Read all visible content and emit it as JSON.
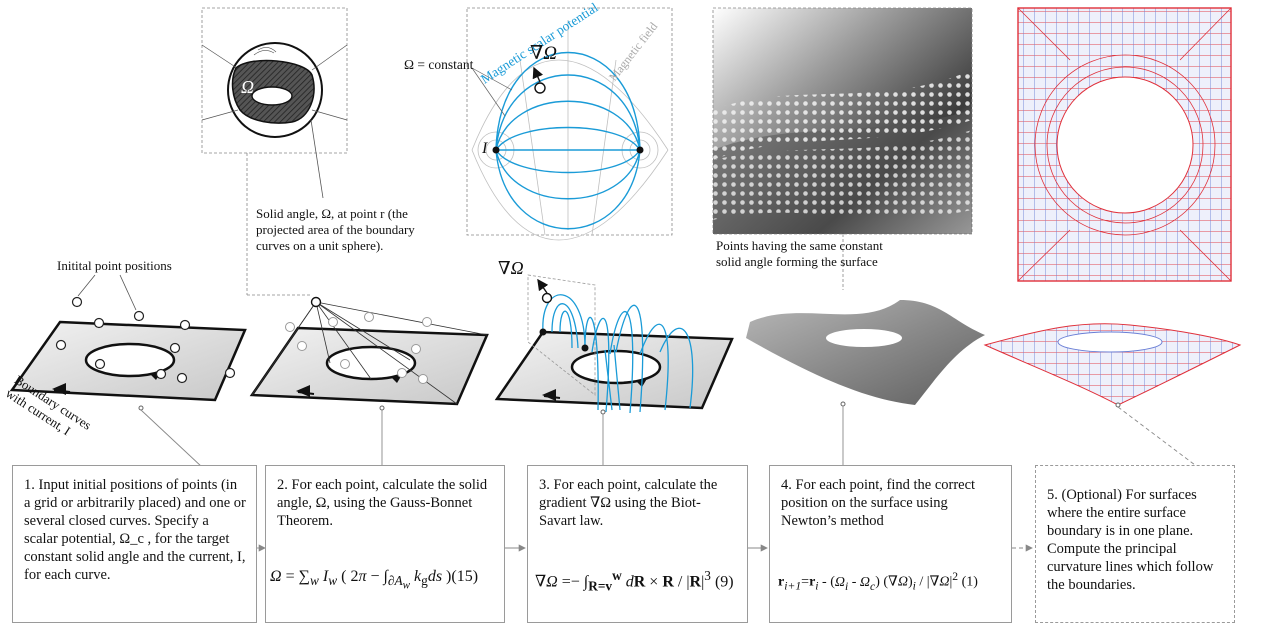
{
  "annotations": {
    "initial_positions": "Initital point positions",
    "boundary_curves_line1": "Boundary curves",
    "boundary_curves_line2": "with current, I",
    "solid_angle_note": "Solid angle, Ω, at point r (the projected area of the boundary curves on a unit sphere).",
    "omega_symbol": "Ω",
    "omega_constant": "Ω = constant",
    "magnetic_scalar_potential": "Magnetic scalar potential",
    "magnetic_field": "Magnetic field",
    "grad_omega": "∇Ω",
    "current_I": "I",
    "same_solid_angle_note": "Points having the same constant solid angle forming the surface"
  },
  "steps": [
    {
      "text": "1. Input initial positions of points (in a grid or arbitrarily placed) and one or several closed curves. Specify a scalar potential, Ω_c , for the target constant solid angle and the current, I, for each curve."
    },
    {
      "text": "2. For each point, calculate the solid angle, Ω, using the Gauss-Bonnet Theorem.",
      "equation_ref": "(15)"
    },
    {
      "text": "3. For each point, calculate the gradient ∇Ω using the Biot-Savart law.",
      "equation_ref": "(9)"
    },
    {
      "text": "4. For each point, find the correct position on the surface using Newton’s method",
      "equation_ref": "(1)"
    },
    {
      "text": "5. (Optional) For surfaces where the entire surface boundary is in one plane. Compute the principal curvature lines which follow the boundaries."
    }
  ],
  "colors": {
    "field_blue": "#1a9bd7",
    "curvature_red": "#e0303a",
    "curvature_blue": "#6a7fd6",
    "plane_gray": "#d9d9d9",
    "surface_gray": "#7d7d7d"
  }
}
